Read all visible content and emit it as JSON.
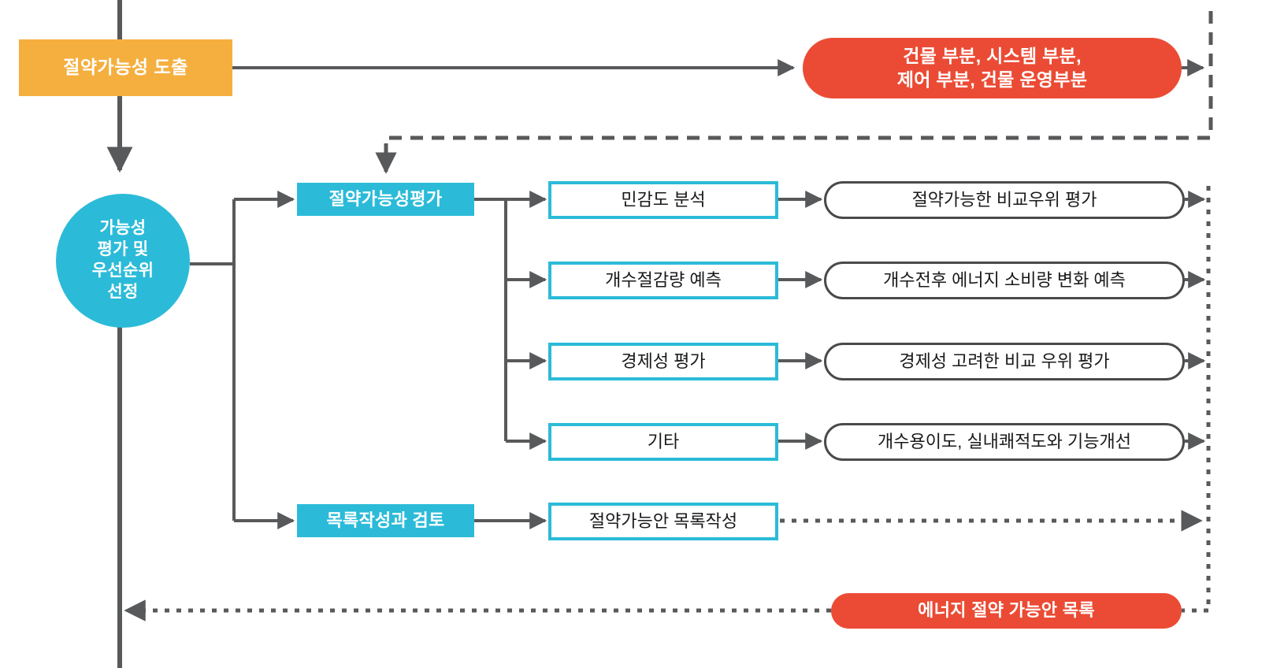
{
  "diagram": {
    "title_semantic": "energy-saving-feasibility-evaluation-flowchart",
    "colors": {
      "orange": "#F5AF3F",
      "cyan": "#2BBBD8",
      "red": "#EB4B34",
      "line": "#58595B",
      "text_dark": "#1a1a1a",
      "text_light": "#ffffff",
      "background": "#ffffff"
    },
    "nodes": {
      "savings_derivation": {
        "label": "절약가능성 도출",
        "shape": "rect",
        "fill": "orange"
      },
      "scope_parts": {
        "label": "건물 부분, 시스템 부분,\n제어 부분, 건물 운영부분",
        "shape": "stadium",
        "fill": "red"
      },
      "feasibility_priority": {
        "label": "가능성\n평가 및\n우선순위\n선정",
        "shape": "circle",
        "fill": "cyan"
      },
      "savings_assessment": {
        "label": "절약가능성평가",
        "shape": "rect",
        "fill": "cyan"
      },
      "list_and_review": {
        "label": "목록작성과 검토",
        "shape": "rect",
        "fill": "cyan"
      },
      "sensitivity_analysis": {
        "label": "민감도 분석",
        "shape": "rect",
        "fill": "cyan-outline"
      },
      "retrofit_savings_forecast": {
        "label": "개수절감량 예측",
        "shape": "rect",
        "fill": "cyan-outline"
      },
      "economic_evaluation": {
        "label": "경제성 평가",
        "shape": "rect",
        "fill": "cyan-outline"
      },
      "etc": {
        "label": "기타",
        "shape": "rect",
        "fill": "cyan-outline"
      },
      "savings_list_creation": {
        "label": "절약가능안 목록작성",
        "shape": "rect",
        "fill": "cyan-outline"
      },
      "comparative_advantage": {
        "label": "절약가능한 비교우위 평가",
        "shape": "stadium",
        "fill": "white-outline"
      },
      "pre_post_energy_change": {
        "label": "개수전후 에너지 소비량 변화 예측",
        "shape": "stadium",
        "fill": "white-outline"
      },
      "economic_comparative": {
        "label": "경제성 고려한 비교 우위 평가",
        "shape": "stadium",
        "fill": "white-outline"
      },
      "ease_comfort_function": {
        "label": "개수용이도, 실내쾌적도와 기능개선",
        "shape": "stadium",
        "fill": "white-outline"
      },
      "energy_saving_list": {
        "label": "에너지 절약 가능안 목록",
        "shape": "stadium",
        "fill": "red"
      }
    },
    "edges": [
      {
        "from": "savings_derivation",
        "to": "scope_parts",
        "style": "solid",
        "arrow": true
      },
      {
        "from": "trunk-top",
        "to": "savings_derivation",
        "style": "solid",
        "arrow": false
      },
      {
        "from": "savings_derivation",
        "to": "feasibility_priority",
        "style": "solid",
        "arrow": true
      },
      {
        "from": "scope_parts",
        "to": "right-dashed-rail",
        "style": "solid",
        "arrow": true
      },
      {
        "from": "right-dashed-rail",
        "to": "savings_assessment",
        "style": "dashed",
        "arrow": true
      },
      {
        "from": "feasibility_priority",
        "to": "savings_assessment",
        "style": "solid",
        "arrow": true
      },
      {
        "from": "feasibility_priority",
        "to": "list_and_review",
        "style": "solid",
        "arrow": true
      },
      {
        "from": "savings_assessment",
        "to": "sensitivity_analysis",
        "style": "solid",
        "arrow": true
      },
      {
        "from": "savings_assessment",
        "to": "retrofit_savings_forecast",
        "style": "solid",
        "arrow": true
      },
      {
        "from": "savings_assessment",
        "to": "economic_evaluation",
        "style": "solid",
        "arrow": true
      },
      {
        "from": "savings_assessment",
        "to": "etc",
        "style": "solid",
        "arrow": true
      },
      {
        "from": "sensitivity_analysis",
        "to": "comparative_advantage",
        "style": "solid",
        "arrow": true
      },
      {
        "from": "retrofit_savings_forecast",
        "to": "pre_post_energy_change",
        "style": "solid",
        "arrow": true
      },
      {
        "from": "economic_evaluation",
        "to": "economic_comparative",
        "style": "solid",
        "arrow": true
      },
      {
        "from": "etc",
        "to": "ease_comfort_function",
        "style": "solid",
        "arrow": true
      },
      {
        "from": "list_and_review",
        "to": "savings_list_creation",
        "style": "solid",
        "arrow": true
      },
      {
        "from": "comparative_advantage",
        "to": "right-dotted-rail",
        "style": "solid",
        "arrow": true
      },
      {
        "from": "pre_post_energy_change",
        "to": "right-dotted-rail",
        "style": "solid",
        "arrow": true
      },
      {
        "from": "economic_comparative",
        "to": "right-dotted-rail",
        "style": "solid",
        "arrow": true
      },
      {
        "from": "ease_comfort_function",
        "to": "right-dotted-rail",
        "style": "solid",
        "arrow": true
      },
      {
        "from": "savings_list_creation",
        "to": "right-dotted-rail",
        "style": "dotted",
        "arrow": true
      },
      {
        "from": "right-dotted-rail",
        "to": "energy_saving_list",
        "style": "dotted",
        "arrow": false
      },
      {
        "from": "energy_saving_list",
        "to": "trunk-left",
        "style": "dotted",
        "arrow": true
      }
    ]
  }
}
